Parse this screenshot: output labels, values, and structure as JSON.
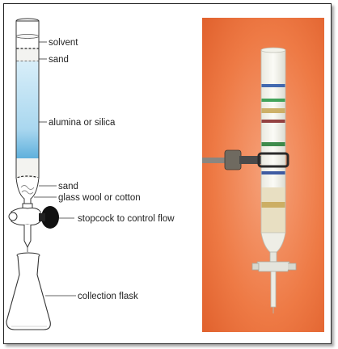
{
  "labels": {
    "solvent": "solvent",
    "sand_top": "sand",
    "adsorbent": "alumina or silica",
    "sand_bottom": "sand",
    "plug": "glass wool or cotton",
    "stopcock": "stopcock to control flow",
    "flask": "collection flask"
  },
  "colors": {
    "adsorbent": "#a9d7ef",
    "adsorbent_dark": "#5fb0dc",
    "background_photo": "#ee7a45",
    "stopcock_knob": "#111111"
  },
  "photo_bands": [
    "#2f5aa8",
    "#2e9a4a",
    "#c9a95a",
    "#8a2f2f",
    "#2a7f3a",
    "#2b4b9a",
    "#c9a95a"
  ]
}
